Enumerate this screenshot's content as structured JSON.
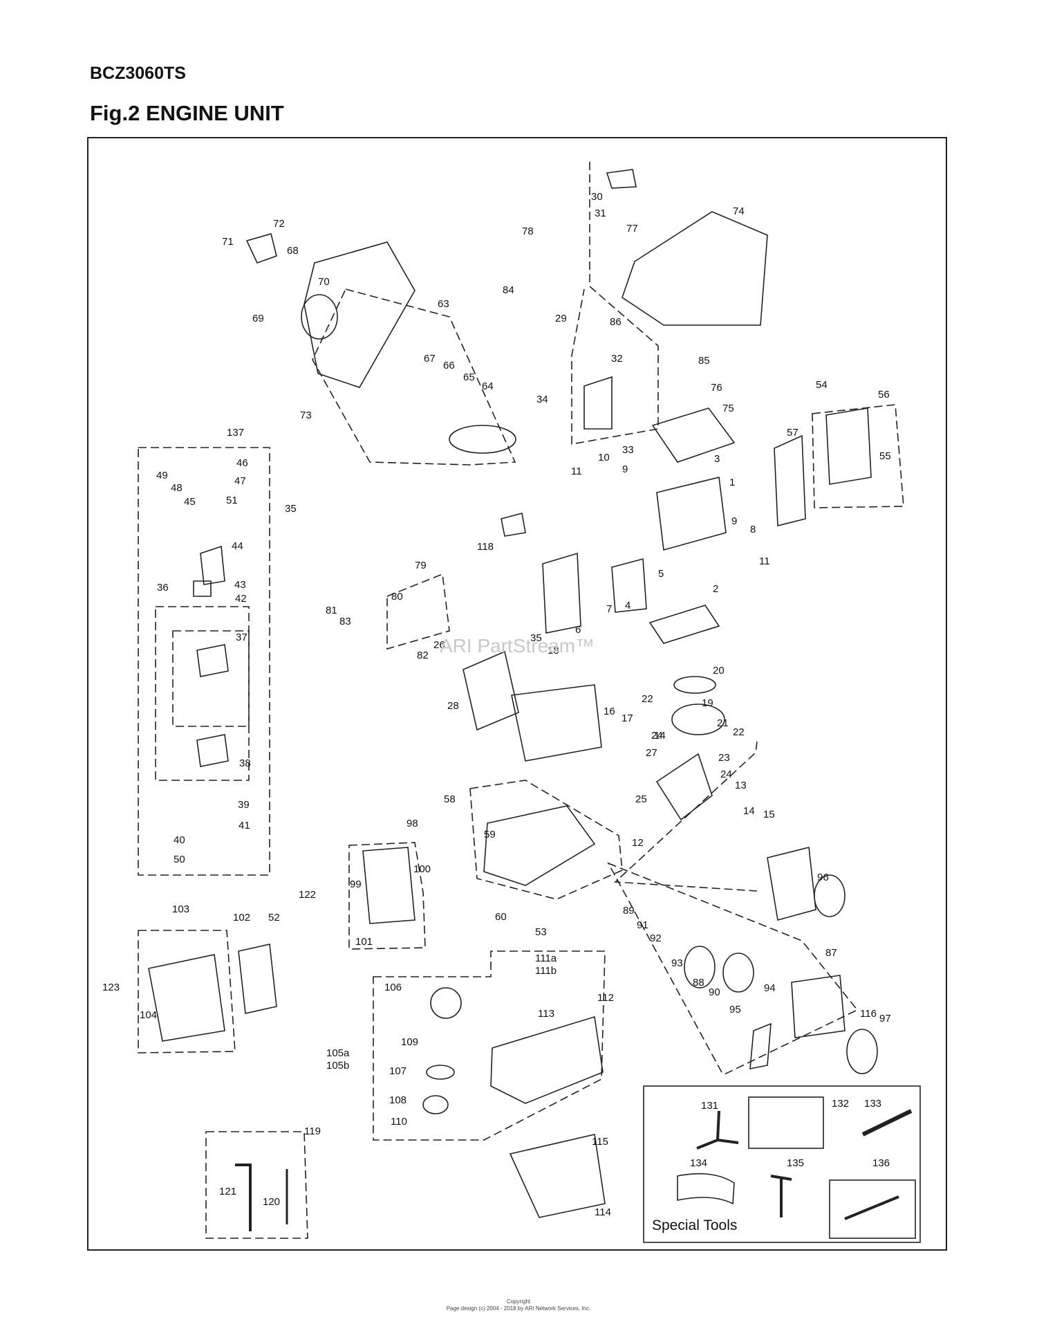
{
  "model": "BCZ3060TS",
  "figure_title": "Fig.2 ENGINE UNIT",
  "watermark": "ARI PartStream™",
  "special_tools_label": "Special Tools",
  "copyright": {
    "line1": "Copyright",
    "line2": "Page design (c) 2004 - 2018 by ARI Network Services, Inc."
  },
  "callouts": [
    "1",
    "2",
    "3",
    "4",
    "5",
    "6",
    "7",
    "8",
    "9",
    "9",
    "10",
    "11",
    "11",
    "12",
    "13",
    "14",
    "14",
    "15",
    "16",
    "17",
    "18",
    "19",
    "20",
    "21",
    "22",
    "22",
    "23",
    "24",
    "24",
    "25",
    "26",
    "27",
    "28",
    "29",
    "30",
    "31",
    "32",
    "33",
    "34",
    "35",
    "35",
    "36",
    "37",
    "38",
    "39",
    "40",
    "41",
    "42",
    "43",
    "44",
    "45",
    "46",
    "47",
    "48",
    "49",
    "50",
    "51",
    "52",
    "53",
    "54",
    "55",
    "56",
    "57",
    "58",
    "59",
    "60",
    "63",
    "64",
    "65",
    "66",
    "67",
    "68",
    "69",
    "70",
    "71",
    "72",
    "73",
    "74",
    "75",
    "76",
    "77",
    "78",
    "79",
    "80",
    "81",
    "82",
    "83",
    "84",
    "85",
    "86",
    "87",
    "88",
    "89",
    "90",
    "91",
    "92",
    "93",
    "94",
    "95",
    "96",
    "97",
    "98",
    "99",
    "100",
    "101",
    "102",
    "103",
    "104",
    "105a",
    "105b",
    "106",
    "107",
    "108",
    "109",
    "110",
    "111a",
    "111b",
    "112",
    "113",
    "114",
    "115",
    "116",
    "118",
    "119",
    "120",
    "121",
    "122",
    "123",
    "131",
    "132",
    "133",
    "134",
    "135",
    "136",
    "137"
  ]
}
